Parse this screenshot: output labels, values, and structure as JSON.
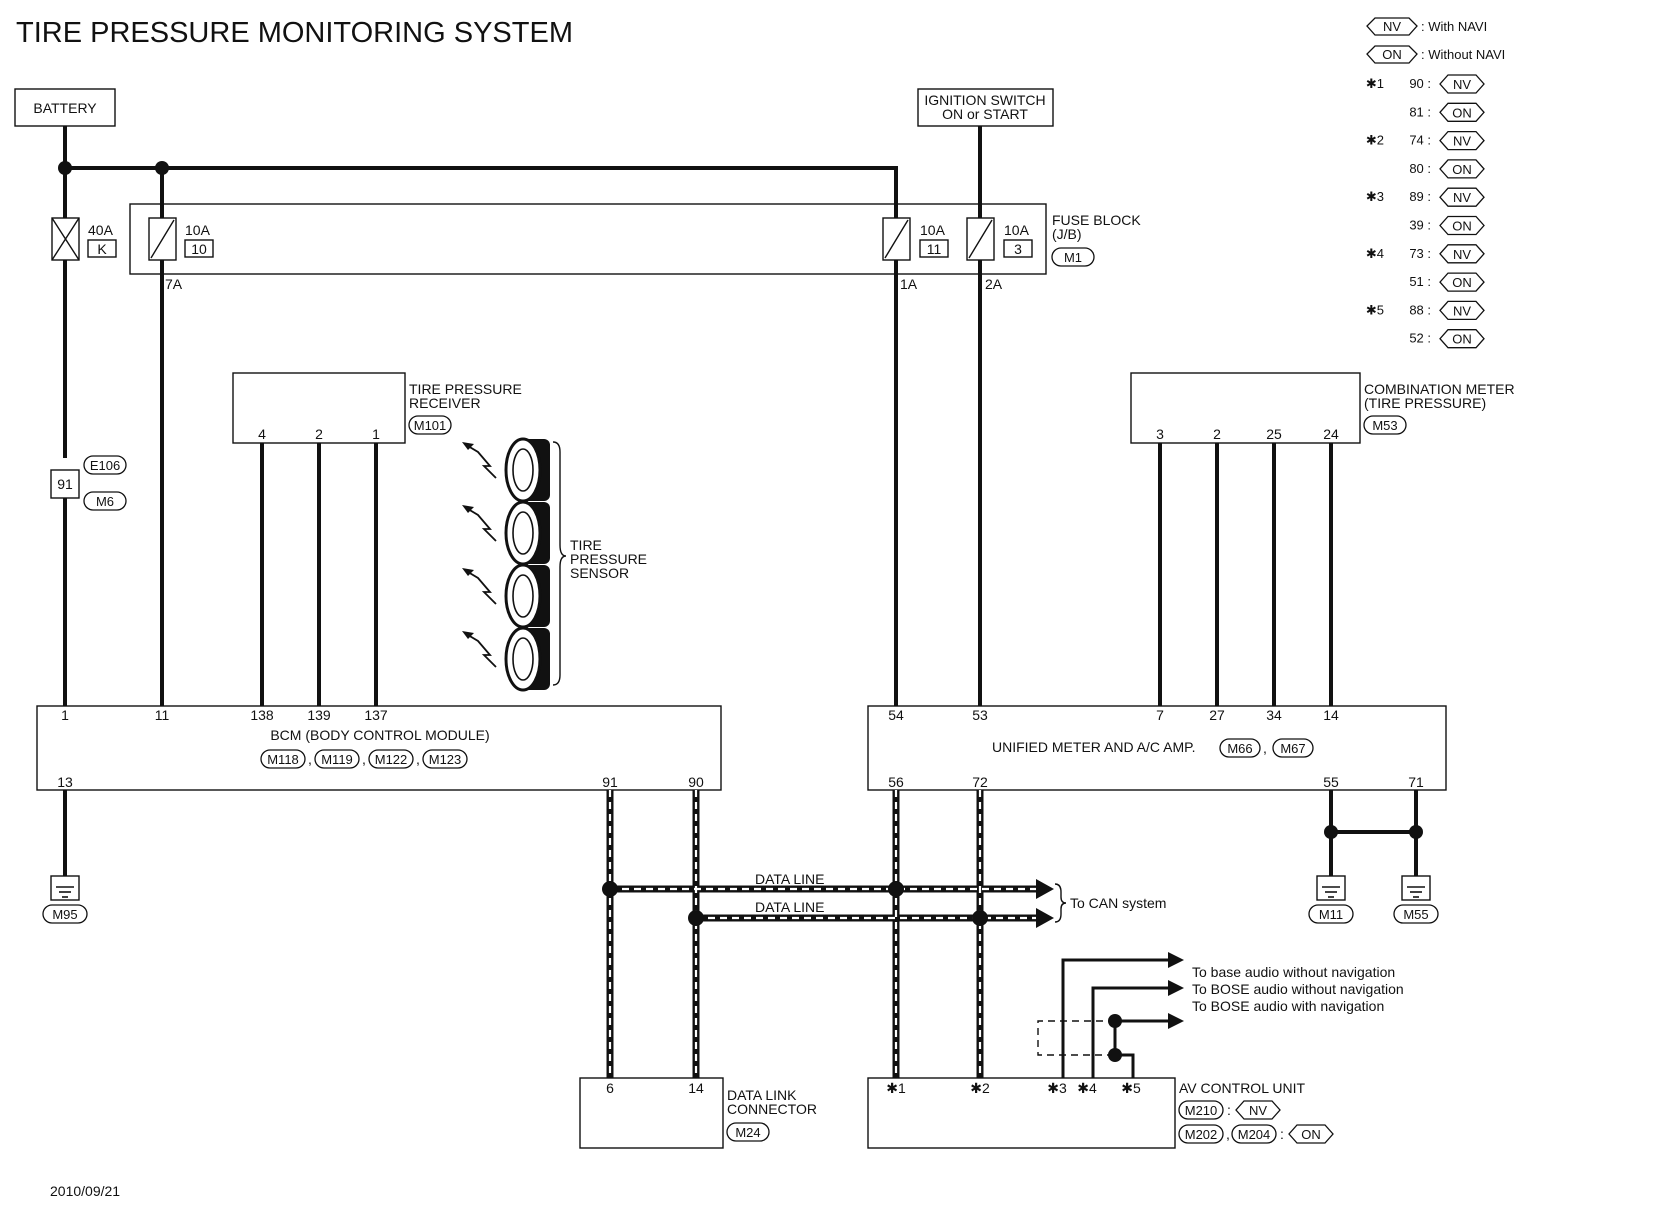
{
  "title": "TIRE PRESSURE MONITORING SYSTEM",
  "date": "2010/09/21",
  "legend": {
    "nv_tag": "NV",
    "nv_text": ": With NAVI",
    "on_tag": "ON",
    "on_text": ": Without NAVI",
    "rows": [
      {
        "star": "✱1",
        "pin": "90 :",
        "tag": "NV"
      },
      {
        "star": "",
        "pin": "81 :",
        "tag": "ON"
      },
      {
        "star": "✱2",
        "pin": "74 :",
        "tag": "NV"
      },
      {
        "star": "",
        "pin": "80 :",
        "tag": "ON"
      },
      {
        "star": "✱3",
        "pin": "89 :",
        "tag": "NV"
      },
      {
        "star": "",
        "pin": "39 :",
        "tag": "ON"
      },
      {
        "star": "✱4",
        "pin": "73 :",
        "tag": "NV"
      },
      {
        "star": "",
        "pin": "51 :",
        "tag": "ON"
      },
      {
        "star": "✱5",
        "pin": "88 :",
        "tag": "NV"
      },
      {
        "star": "",
        "pin": "52 :",
        "tag": "ON"
      }
    ]
  },
  "battery": "BATTERY",
  "ignition": {
    "line1": "IGNITION SWITCH",
    "line2": "ON or START"
  },
  "fuse_block": {
    "line1": "FUSE BLOCK",
    "line2": "(J/B)",
    "connector": "M1",
    "fuses": [
      {
        "amp": "40A",
        "num": "K"
      },
      {
        "amp": "10A",
        "num": "10",
        "pin": "7A"
      },
      {
        "amp": "10A",
        "num": "11",
        "pin": "1A"
      },
      {
        "amp": "10A",
        "num": "3",
        "pin": "2A"
      }
    ]
  },
  "joint": {
    "pin": "91",
    "conn1": "E106",
    "conn2": "M6"
  },
  "receiver": {
    "line1": "TIRE PRESSURE",
    "line2": "RECEIVER",
    "connector": "M101",
    "pins": [
      "4",
      "2",
      "1"
    ]
  },
  "sensor": {
    "line1": "TIRE",
    "line2": "PRESSURE",
    "line3": "SENSOR"
  },
  "combination_meter": {
    "line1": "COMBINATION METER",
    "line2": "(TIRE PRESSURE)",
    "connector": "M53",
    "pins": [
      "3",
      "2",
      "25",
      "24"
    ]
  },
  "bcm": {
    "name": "BCM (BODY CONTROL MODULE)",
    "connectors": [
      "M118",
      "M119",
      "M122",
      "M123"
    ],
    "top_pins": [
      "1",
      "11",
      "138",
      "139",
      "137"
    ],
    "bottom_pins": [
      "13",
      "91",
      "90"
    ]
  },
  "unified_meter": {
    "name": "UNIFIED METER AND A/C AMP.",
    "connectors": [
      "M66",
      "M67"
    ],
    "top_pins": [
      "54",
      "53",
      "7",
      "27",
      "34",
      "14"
    ],
    "bottom_pins": [
      "56",
      "72",
      "55",
      "71"
    ]
  },
  "grounds": [
    "M95",
    "M11",
    "M55"
  ],
  "data_line_1": "DATA LINE",
  "data_line_2": "DATA LINE",
  "to_can": "To CAN system",
  "audio_targets": [
    "To base audio without navigation",
    "To BOSE audio without navigation",
    "To BOSE audio with navigation"
  ],
  "dlc": {
    "line1": "DATA LINK",
    "line2": "CONNECTOR",
    "connector": "M24",
    "pins": [
      "6",
      "14"
    ]
  },
  "av_unit": {
    "name": "AV CONTROL UNIT",
    "pins": [
      "✱1",
      "✱2",
      "✱3",
      "✱4",
      "✱5"
    ],
    "conn_nv": "M210",
    "tag_nv": "NV",
    "conn_on_1": "M202",
    "conn_on_2": "M204",
    "tag_on": "ON",
    "sep": ":",
    "comma": ","
  }
}
